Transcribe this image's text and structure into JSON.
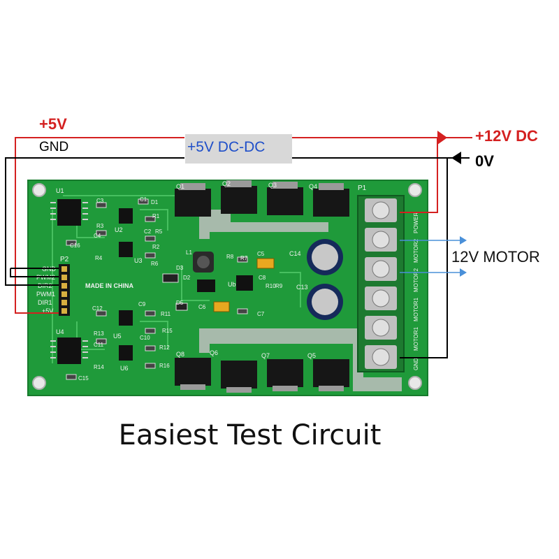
{
  "labels": {
    "plus5v": "+5V",
    "gnd": "GND",
    "dcdc": "+5V DC-DC",
    "plus12v_dc": "+12V DC",
    "zero_v": "0V",
    "motor": "12V MOTOR",
    "caption": "Easiest Test Circuit"
  },
  "board": {
    "made_in": "MADE IN CHINA",
    "header_name": "P2",
    "header_pins": [
      "GND",
      "PWM2",
      "DIR2",
      "PWM1",
      "DIR1",
      "+5V"
    ],
    "terminal_name": "P1",
    "terminal_labels": [
      "GND",
      "MOTOR1",
      "MOTOR1",
      "MOTOR2",
      "MOTOR2",
      "POWER"
    ],
    "chips": [
      "U1",
      "U2",
      "U3",
      "U4",
      "U5",
      "U6",
      "Ub"
    ],
    "mosfets_top": [
      "Q1",
      "Q2",
      "Q3",
      "Q4"
    ],
    "mosfets_bottom": [
      "Q8",
      "Q6",
      "Q7",
      "Q5"
    ],
    "caps": [
      "C1",
      "C2",
      "C3",
      "C4",
      "C5",
      "C6",
      "C7",
      "C8",
      "C9",
      "C10",
      "C11",
      "C12",
      "C13",
      "C14",
      "C15",
      "C16"
    ],
    "resistors": [
      "R1",
      "R2",
      "R3",
      "R4",
      "R5",
      "R6",
      "R7",
      "R8",
      "R9",
      "R10",
      "R11",
      "R12",
      "R13",
      "R14",
      "R15",
      "R16"
    ],
    "diodes": [
      "D1",
      "D2",
      "D3",
      "D5"
    ],
    "inductor": "L1"
  },
  "colors": {
    "wire_red": "#d42020",
    "wire_black": "#000000",
    "arrow_blue": "#4a90d9",
    "pcb_green": "#1f9a3a",
    "dcdc_text": "#1f4fc9",
    "dcdc_box": "#d8d8d8"
  }
}
